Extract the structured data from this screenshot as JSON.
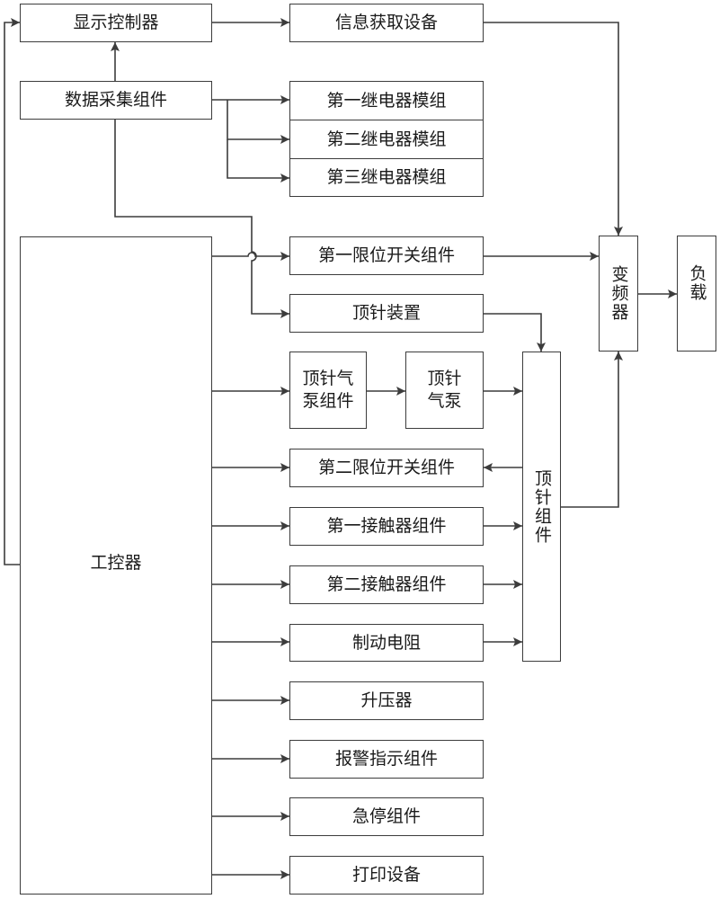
{
  "diagram": {
    "nodes": {
      "display_controller": "显示控制器",
      "info_device": "信息获取设备",
      "data_acquisition": "数据采集组件",
      "relay1": "第一继电器模组",
      "relay2": "第二继电器模组",
      "relay3": "第三继电器模组",
      "industrial_controller": "工控器",
      "limit_switch1": "第一限位开关组件",
      "ejector_device": "顶针装置",
      "ejector_pump_assembly": "顶针气泵组件",
      "ejector_pump": "顶针气泵",
      "limit_switch2": "第二限位开关组件",
      "contactor1": "第一接触器组件",
      "contactor2": "第二接触器组件",
      "brake_resistor": "制动电阻",
      "booster": "升压器",
      "alarm": "报警指示组件",
      "emergency_stop": "急停组件",
      "printer": "打印设备",
      "ejector_assembly": "顶针组件",
      "inverter": "变频器",
      "load": "负载"
    },
    "edges": [
      [
        "display_controller",
        "info_device"
      ],
      [
        "data_acquisition",
        "display_controller"
      ],
      [
        "data_acquisition",
        "relay1"
      ],
      [
        "data_acquisition",
        "relay2"
      ],
      [
        "data_acquisition",
        "relay3"
      ],
      [
        "data_acquisition",
        "ejector_device"
      ],
      [
        "industrial_controller",
        "display_controller"
      ],
      [
        "industrial_controller",
        "limit_switch1"
      ],
      [
        "industrial_controller",
        "ejector_pump_assembly"
      ],
      [
        "industrial_controller",
        "limit_switch2"
      ],
      [
        "industrial_controller",
        "contactor1"
      ],
      [
        "industrial_controller",
        "contactor2"
      ],
      [
        "industrial_controller",
        "brake_resistor"
      ],
      [
        "industrial_controller",
        "booster"
      ],
      [
        "industrial_controller",
        "alarm"
      ],
      [
        "industrial_controller",
        "emergency_stop"
      ],
      [
        "industrial_controller",
        "printer"
      ],
      [
        "ejector_pump_assembly",
        "ejector_pump"
      ],
      [
        "ejector_pump",
        "ejector_assembly"
      ],
      [
        "ejector_device",
        "ejector_assembly"
      ],
      [
        "ejector_assembly",
        "limit_switch2"
      ],
      [
        "contactor1",
        "ejector_assembly"
      ],
      [
        "contactor2",
        "ejector_assembly"
      ],
      [
        "brake_resistor",
        "ejector_assembly"
      ],
      [
        "ejector_assembly",
        "inverter"
      ],
      [
        "info_device",
        "inverter"
      ],
      [
        "limit_switch1",
        "inverter"
      ],
      [
        "inverter",
        "load"
      ]
    ]
  }
}
